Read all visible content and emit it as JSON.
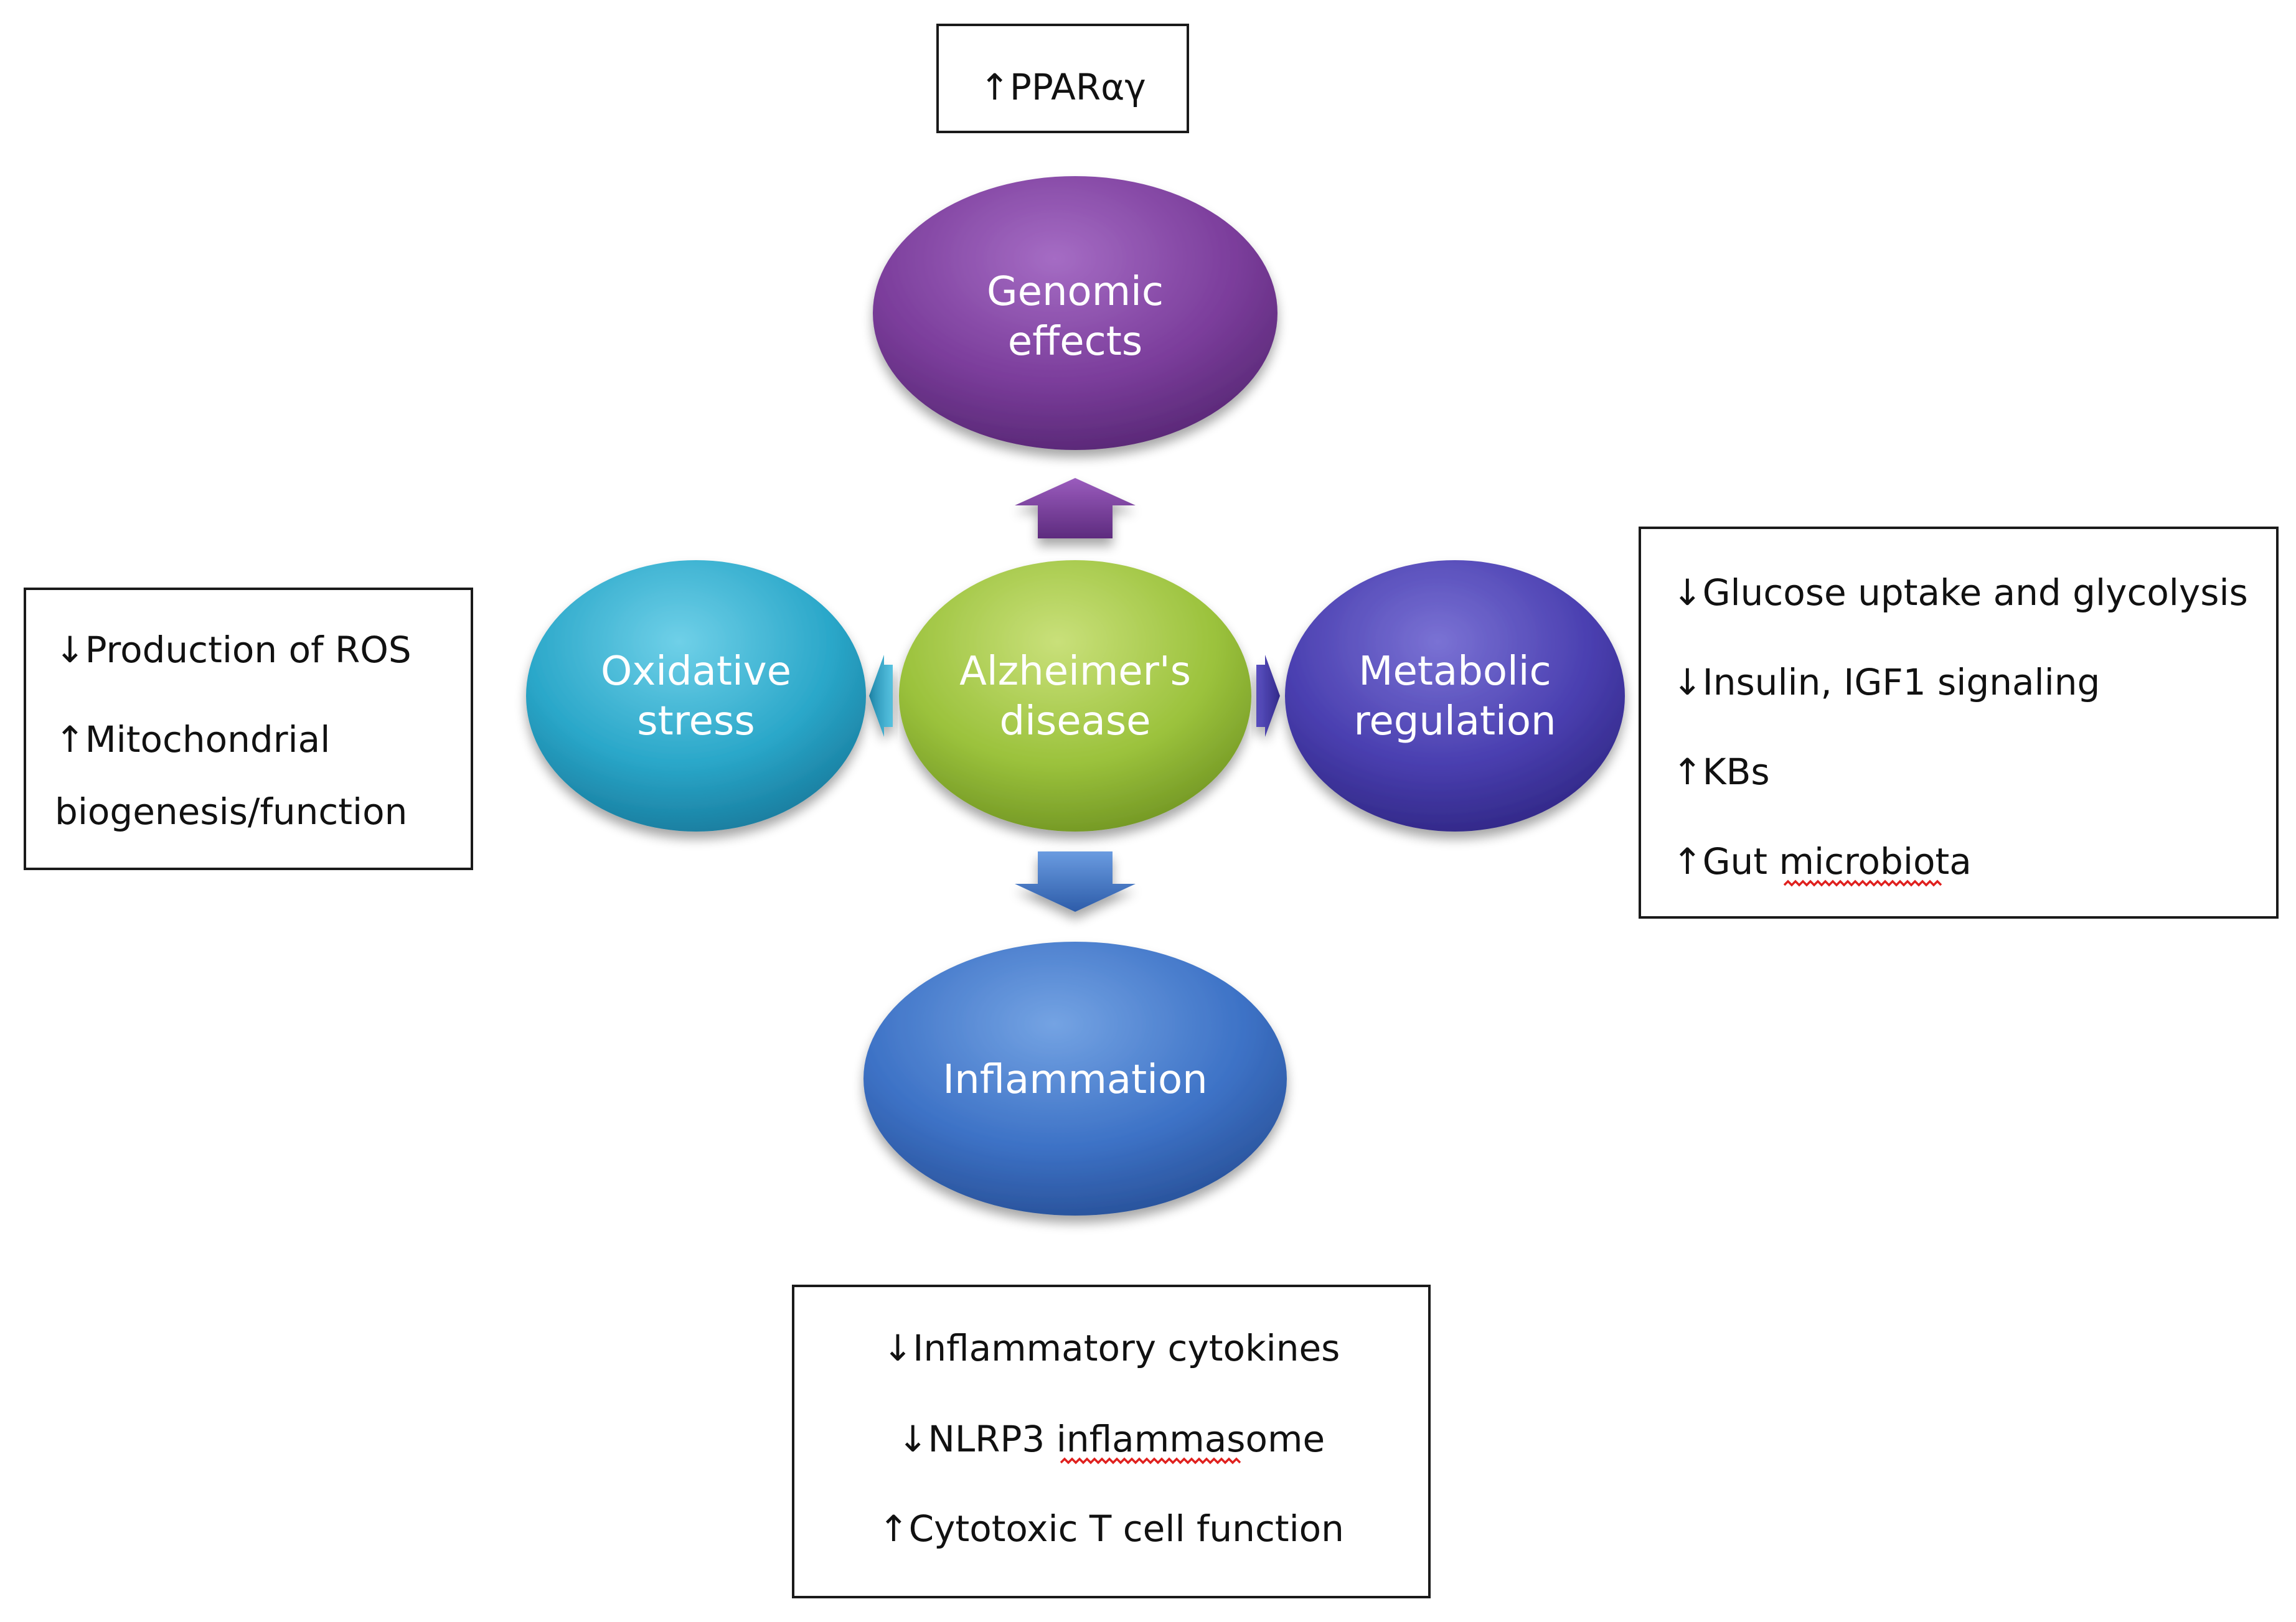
{
  "center_node": {
    "label_lines": [
      "Alzheimer's",
      "disease"
    ],
    "color": "#9bc23c"
  },
  "nodes": {
    "genomic": {
      "label_lines": [
        "Genomic",
        "effects"
      ],
      "color": "#7b3d9b"
    },
    "oxidative": {
      "label_lines": [
        "Oxidative",
        "stress"
      ],
      "color": "#2aa7c9"
    },
    "metabolic": {
      "label_lines": [
        "Metabolic",
        "regulation"
      ],
      "color": "#4a3fb0"
    },
    "inflammation": {
      "label_lines": [
        "Inflammation"
      ],
      "color": "#3d72c6"
    }
  },
  "boxes": {
    "genomic": {
      "lines": [
        "↑PPARαγ"
      ]
    },
    "oxidative": {
      "lines": [
        "↓Production of ROS",
        "↑Mitochondrial",
        "biogenesis/function"
      ]
    },
    "metabolic": {
      "lines": [
        "↓Glucose uptake and glycolysis",
        "↓Insulin, IGF1 signaling",
        "↑KBs",
        "↑Gut microbiota"
      ]
    },
    "inflammation": {
      "lines": [
        "↓Inflammatory cytokines",
        "↓NLRP3 inflammasome",
        "↑Cytotoxic T cell function"
      ]
    }
  },
  "spellcheck_words": [
    "microbiota",
    "inflammasome"
  ],
  "arrow_icons": [
    "arrow-up-icon",
    "arrow-down-icon",
    "arrow-left-icon",
    "arrow-right-icon"
  ]
}
